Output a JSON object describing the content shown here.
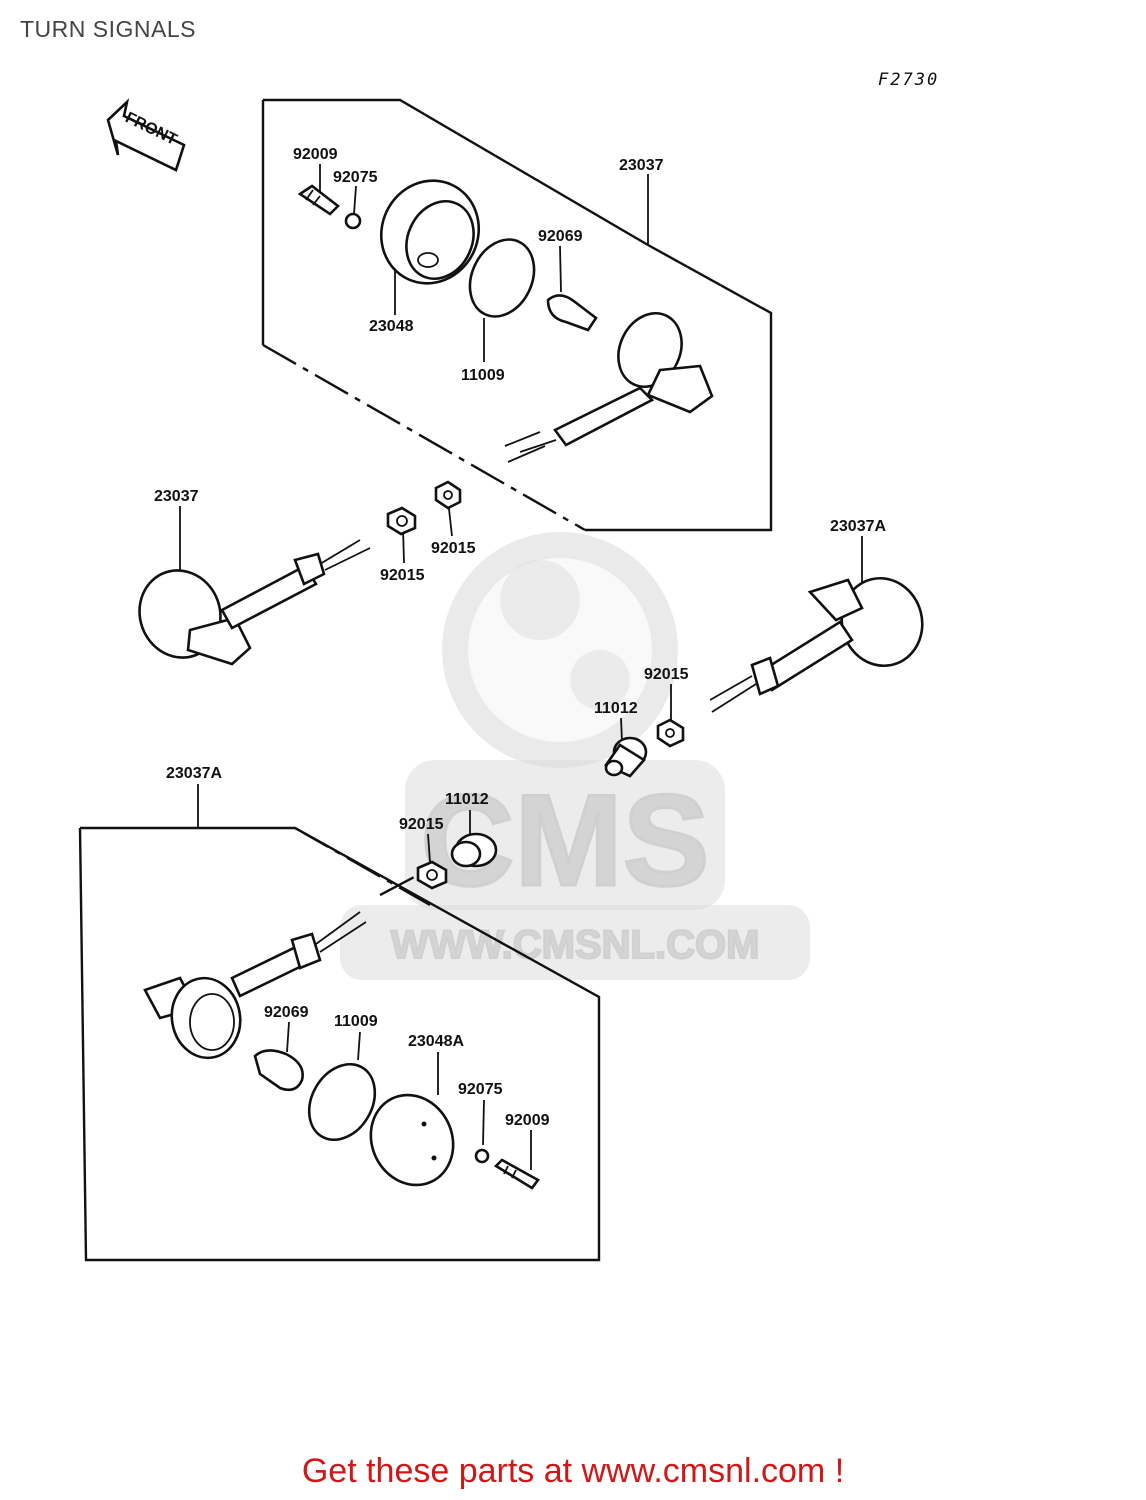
{
  "header": {
    "title": "TURN SIGNALS",
    "diagram_code": "F2730"
  },
  "direction_arrow": {
    "label": "FRONT"
  },
  "watermark": {
    "logo_text": "CMS",
    "url_text": "WWW.CMSNL.COM"
  },
  "callouts": [
    {
      "id": "92009-a",
      "text": "92009"
    },
    {
      "id": "92075-a",
      "text": "92075"
    },
    {
      "id": "23037-top",
      "text": "23037"
    },
    {
      "id": "92069-a",
      "text": "92069"
    },
    {
      "id": "23048",
      "text": "23048"
    },
    {
      "id": "11009-a",
      "text": "11009"
    },
    {
      "id": "23037-left",
      "text": "23037"
    },
    {
      "id": "92015-a",
      "text": "92015"
    },
    {
      "id": "92015-b",
      "text": "92015"
    },
    {
      "id": "23037A-right",
      "text": "23037A"
    },
    {
      "id": "92015-c",
      "text": "92015"
    },
    {
      "id": "11012-a",
      "text": "11012"
    },
    {
      "id": "23037A-bottom",
      "text": "23037A"
    },
    {
      "id": "11012-b",
      "text": "11012"
    },
    {
      "id": "92015-d",
      "text": "92015"
    },
    {
      "id": "92069-b",
      "text": "92069"
    },
    {
      "id": "11009-b",
      "text": "11009"
    },
    {
      "id": "23048A",
      "text": "23048A"
    },
    {
      "id": "92075-b",
      "text": "92075"
    },
    {
      "id": "92009-b",
      "text": "92009"
    }
  ],
  "footer": {
    "cta": "Get these parts at www.cmsnl.com !",
    "cta_color": "#d01818"
  }
}
